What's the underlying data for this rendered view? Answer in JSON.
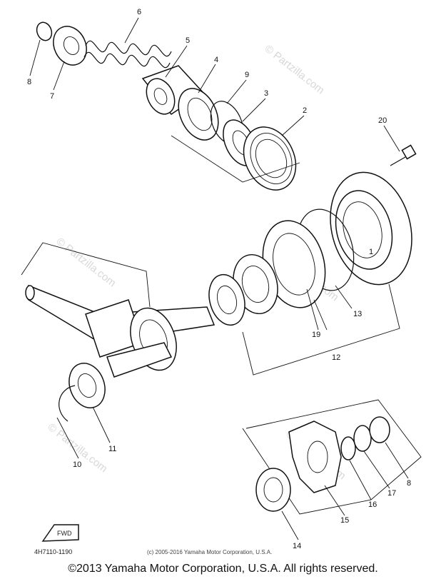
{
  "watermarks": {
    "main": "© Partzilla.com",
    "circle": "©"
  },
  "callouts": {
    "c1": "1",
    "c2": "2",
    "c3": "3",
    "c4": "4",
    "c5": "5",
    "c6": "6",
    "c7": "7",
    "c8a": "8",
    "c8b": "8",
    "c9": "9",
    "c10": "10",
    "c11": "11",
    "c12": "12",
    "c13": "13",
    "c14": "14",
    "c15": "15",
    "c16": "16",
    "c17": "17",
    "c19": "19",
    "c20": "20"
  },
  "arrow_label": "FWD",
  "part_number": "4H7110-1190",
  "inline_copyright": "(c) 2005-2016 Yamaha Motor Corporation, U.S.A.",
  "footer": "©2013 Yamaha Motor Corporation, U.S.A. All rights reserved."
}
